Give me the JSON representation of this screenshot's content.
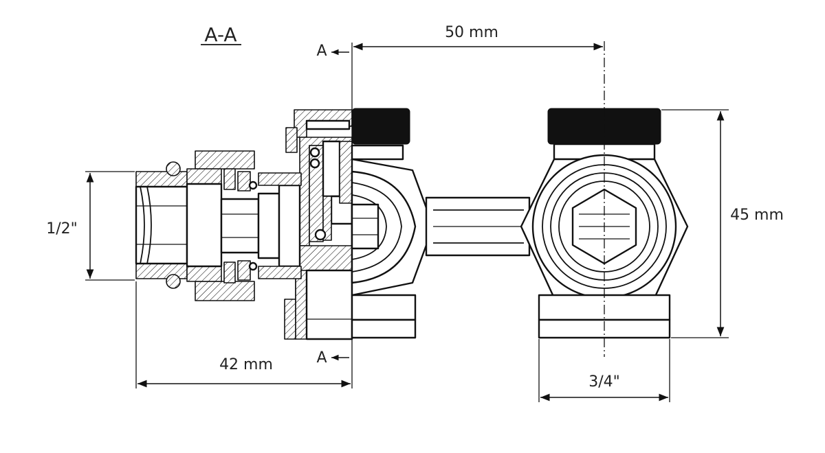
{
  "section_label": "A-A",
  "section_marks": [
    "A",
    "A"
  ],
  "dimensions": {
    "center_distance": "50 mm",
    "height": "45 mm",
    "inlet_thread": "1/2\"",
    "inlet_length": "42 mm",
    "outlet_thread": "3/4\""
  }
}
